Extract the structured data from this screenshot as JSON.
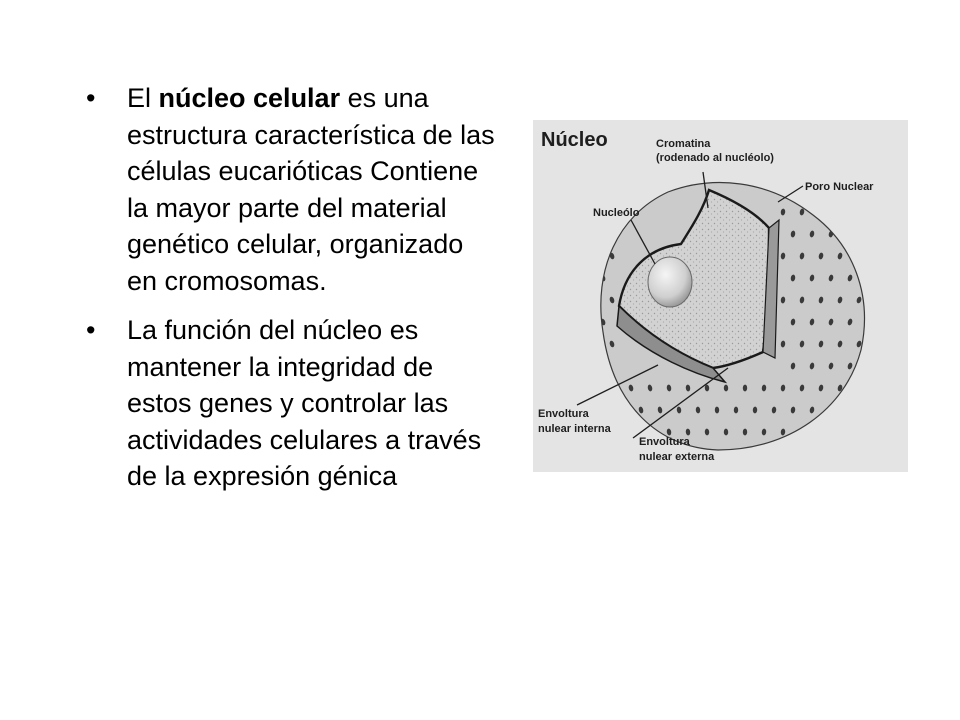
{
  "bullets": [
    {
      "bullet_char": "•",
      "pre": "El ",
      "bold": "núcleo celular",
      "post": " es una estructura característica de las células eucarióticas Contiene la mayor parte del material genético celular, organizado en cromosomas."
    },
    {
      "bullet_char": "•",
      "pre": "La función del núcleo es mantener la integridad de estos genes y controlar las actividades celulares a través de la expresión génica",
      "bold": "",
      "post": ""
    }
  ],
  "figure": {
    "title": "Núcleo",
    "labels": {
      "cromatina_1": "Cromatina",
      "cromatina_2": "(rodenado al nucléolo)",
      "poro": "Poro Nuclear",
      "nucleolo": "Nucleólo",
      "envoltura_interna_1": "Envoltura",
      "envoltura_interna_2": "nulear interna",
      "envoltura_externa_1": "Envoltura",
      "envoltura_externa_2": "nulear externa"
    },
    "colors": {
      "background": "#e4e4e4",
      "shell": "#cdcdcd",
      "pores": "#3a3a3a",
      "outline": "#1a1a1a"
    }
  }
}
